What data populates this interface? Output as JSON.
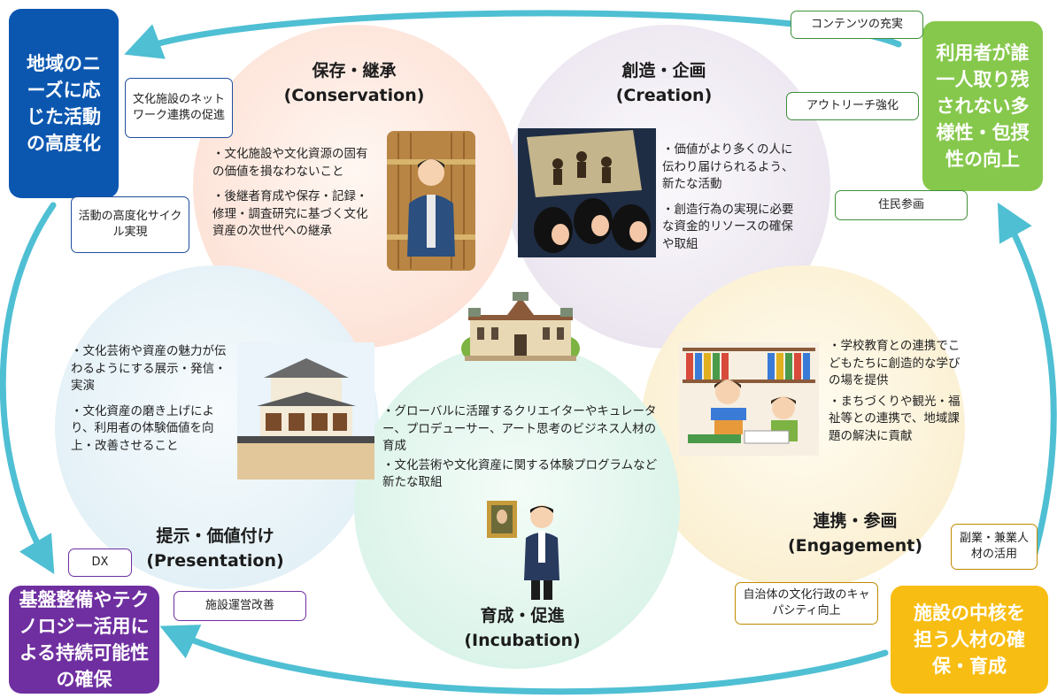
{
  "colors": {
    "arrow": "#4fbfd3",
    "tl_box": "#0b57b0",
    "tr_box": "#86c84c",
    "bl_box": "#6f2fa0",
    "br_box": "#f8bd12"
  },
  "circles": {
    "conservation": {
      "title_ja": "保存・継承",
      "title_en": "(Conservation)",
      "bullets": [
        "・文化施設や文化資源の固有の価値を損なわないこと",
        "・後継者育成や保存・記録・修理・調査研究に基づく文化資産の次世代への継承"
      ]
    },
    "creation": {
      "title_ja": "創造・企画",
      "title_en": "(Creation)",
      "bullets": [
        "・価値がより多くの人に伝わり届けられるよう、新たな活動",
        "・創造行為の実現に必要な資金的リソースの確保や取組"
      ]
    },
    "presentation": {
      "title_ja": "提示・価値付け",
      "title_en": "(Presentation)",
      "bullets": [
        "・文化芸術や資産の魅力が伝わるようにする展示・発信・実演",
        "・文化資産の磨き上げにより、利用者の体験価値を向上・改善させること"
      ]
    },
    "incubation": {
      "title_ja": "育成・促進",
      "title_en": "(Incubation)",
      "bullets": [
        "・グローバルに活躍するクリエイターやキュレーター、プロデューサー、アート思考のビジネス人材の育成",
        "・文化芸術や文化資産に関する体験プログラムなど新たな取組"
      ]
    },
    "engagement": {
      "title_ja": "連携・参画",
      "title_en": "(Engagement)",
      "bullets": [
        "・学校教育との連携でこどもたちに創造的な学びの場を提供",
        "・まちづくりや観光・福祉等との連携で、地域課題の解決に貢献"
      ]
    }
  },
  "corners": {
    "top_left": "地域のニーズに応じた活動の高度化",
    "top_right": "利用者が誰一人取り残されない多様性・包摂性の向上",
    "bottom_left": "基盤整備やテクノロジー活用による持続可能性の確保",
    "bottom_right": "施設の中核を担う人材の確保・育成"
  },
  "callouts": {
    "network": "文化施設のネットワーク連携の促進",
    "cycle": "活動の高度化サイクル実現",
    "contents": "コンテンツの充実",
    "outreach": "アウトリーチ強化",
    "resident": "住民参画",
    "dx": "DX",
    "facility": "施設運営改善",
    "municipal": "自治体の文化行政のキャパシティ向上",
    "sidejob": "副業・兼業人材の活用"
  },
  "illustrations": {
    "conservation": "craftsman-illustration",
    "creation": "theater-audience-illustration",
    "presentation": "old-townscape-illustration",
    "incubation": "curator-illustration",
    "engagement": "children-library-illustration",
    "center": "museum-building-illustration"
  }
}
